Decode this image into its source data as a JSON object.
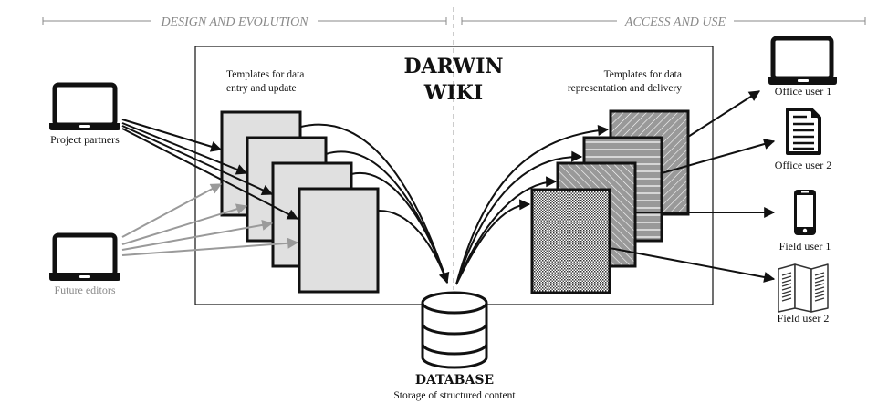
{
  "sections": {
    "left": "DESIGN AND EVOLUTION",
    "right": "ACCESS AND USE"
  },
  "wiki": {
    "title_line1": "DARWIN",
    "title_line2": "WIKI",
    "input_templates_line1": "Templates for data",
    "input_templates_line2": "entry and update",
    "output_templates_line1": "Templates for data",
    "output_templates_line2": "representation and delivery"
  },
  "sources": [
    {
      "label": "Project partners",
      "icon": "laptop-icon",
      "style": "active"
    },
    {
      "label": "Future editors",
      "icon": "laptop-icon",
      "style": "muted"
    }
  ],
  "database": {
    "title": "DATABASE",
    "subtitle": "Storage of structured content",
    "icon": "database-icon"
  },
  "input_templates": [
    {
      "fill": "light-gray"
    },
    {
      "fill": "light-gray"
    },
    {
      "fill": "light-gray"
    },
    {
      "fill": "light-gray"
    }
  ],
  "output_templates": [
    {
      "fill": "diagonal-hatch"
    },
    {
      "fill": "horizontal-lines"
    },
    {
      "fill": "reverse-diagonal-hatch"
    },
    {
      "fill": "dotted"
    }
  ],
  "users": [
    {
      "label": "Office user 1",
      "icon": "laptop-icon"
    },
    {
      "label": "Office user 2",
      "icon": "document-icon"
    },
    {
      "label": "Field user 1",
      "icon": "smartphone-icon"
    },
    {
      "label": "Field user 2",
      "icon": "brochure-icon"
    }
  ],
  "colors": {
    "ink": "#111111",
    "muted": "#8a8a8a",
    "template_fill": "#e0e0e0",
    "hatch_fill": "#999999",
    "arrow_gray": "#9a9a9a"
  }
}
